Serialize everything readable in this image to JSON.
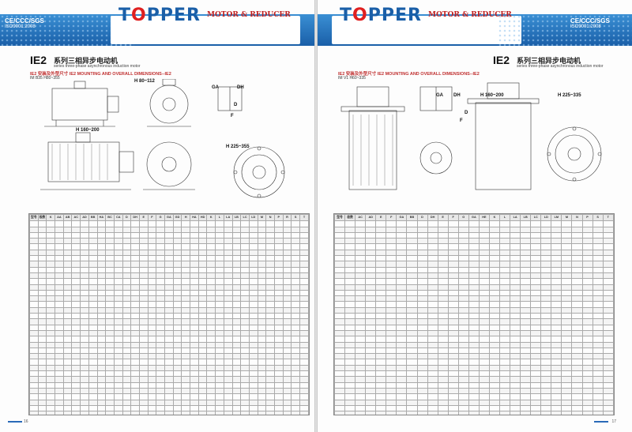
{
  "brand": {
    "name_pre": "T",
    "name_o": "O",
    "name_post": "PPER",
    "tagline": "MOTOR & REDUCER",
    "cert": "CE/CCC/SGS",
    "iso": "ISO9001:2008"
  },
  "left": {
    "series": "IE2",
    "title_cn": "系列三相异步电动机",
    "title_en": "series three-phase asynchronous induction motor",
    "subtitle": "IE2 安装及外型尺寸  IE2 MOUNTING AND OVERALL DIMENSIONS--IE2",
    "mount": "IM B35 H80~355",
    "label_a": "H 80~112",
    "label_b": "H 160~200",
    "label_c": "H 225~355",
    "label_ga": "GA",
    "label_dh": "DH",
    "label_d": "D",
    "label_f": "F",
    "page": "16",
    "headers": [
      "型号",
      "极数",
      "K",
      "AA",
      "AB",
      "AC",
      "AD",
      "BB",
      "HA",
      "BC",
      "CA",
      "D",
      "DH",
      "E",
      "F",
      "G",
      "GA",
      "GD",
      "H",
      "HA",
      "HD",
      "K",
      "L",
      "LA",
      "LB",
      "LC",
      "LD",
      "M",
      "N",
      "P",
      "R",
      "S",
      "T"
    ]
  },
  "right": {
    "series": "IE2",
    "title_cn": "系列三相异步电动机",
    "title_en": "series three-phase asynchronous induction motor",
    "subtitle": "IE2 安装及外型尺寸  IE2 MOUNTING AND OVERALL DIMENSIONS--IE2",
    "mount": "IM V1 H60~335",
    "label_a": "H 160~200",
    "label_b": "H 225~335",
    "label_ga": "GA",
    "label_dh": "DH",
    "label_d": "D",
    "label_f": "F",
    "page": "17",
    "headers": [
      "型号",
      "极数",
      "AC",
      "AD",
      "E",
      "F",
      "GA",
      "BB",
      "D",
      "DH",
      "E",
      "F",
      "G",
      "GA",
      "HE",
      "K",
      "L",
      "LA",
      "LB",
      "LC",
      "LD",
      "LM",
      "M",
      "N",
      "P",
      "S",
      "T"
    ]
  }
}
